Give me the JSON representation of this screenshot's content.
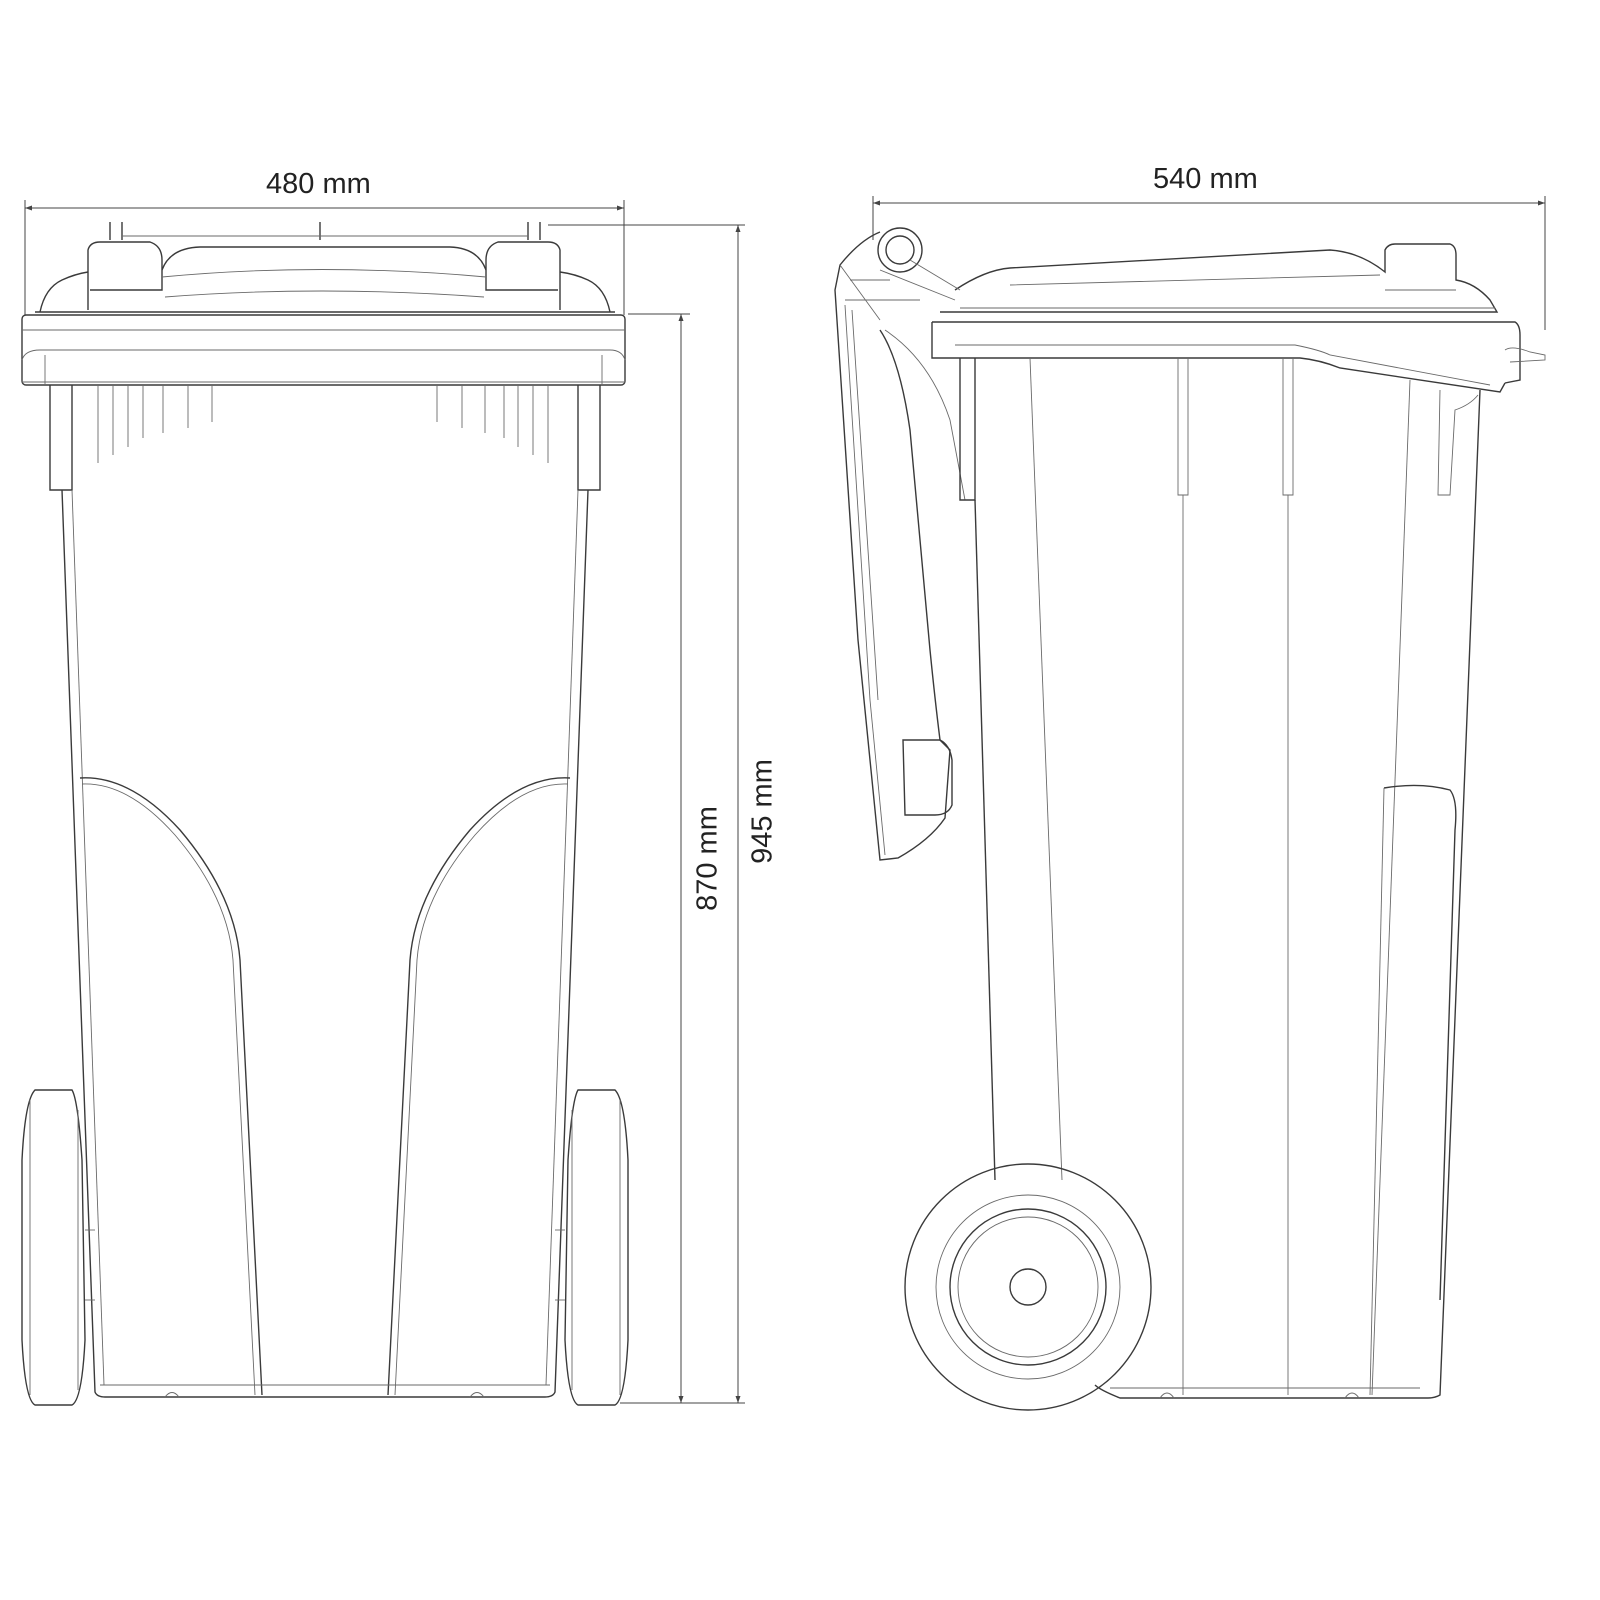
{
  "dimensions": {
    "front_width": "480 mm",
    "side_depth": "540 mm",
    "body_height": "870 mm",
    "total_height": "945 mm"
  },
  "colors": {
    "line": "#3a3a3a",
    "background": "#ffffff"
  }
}
